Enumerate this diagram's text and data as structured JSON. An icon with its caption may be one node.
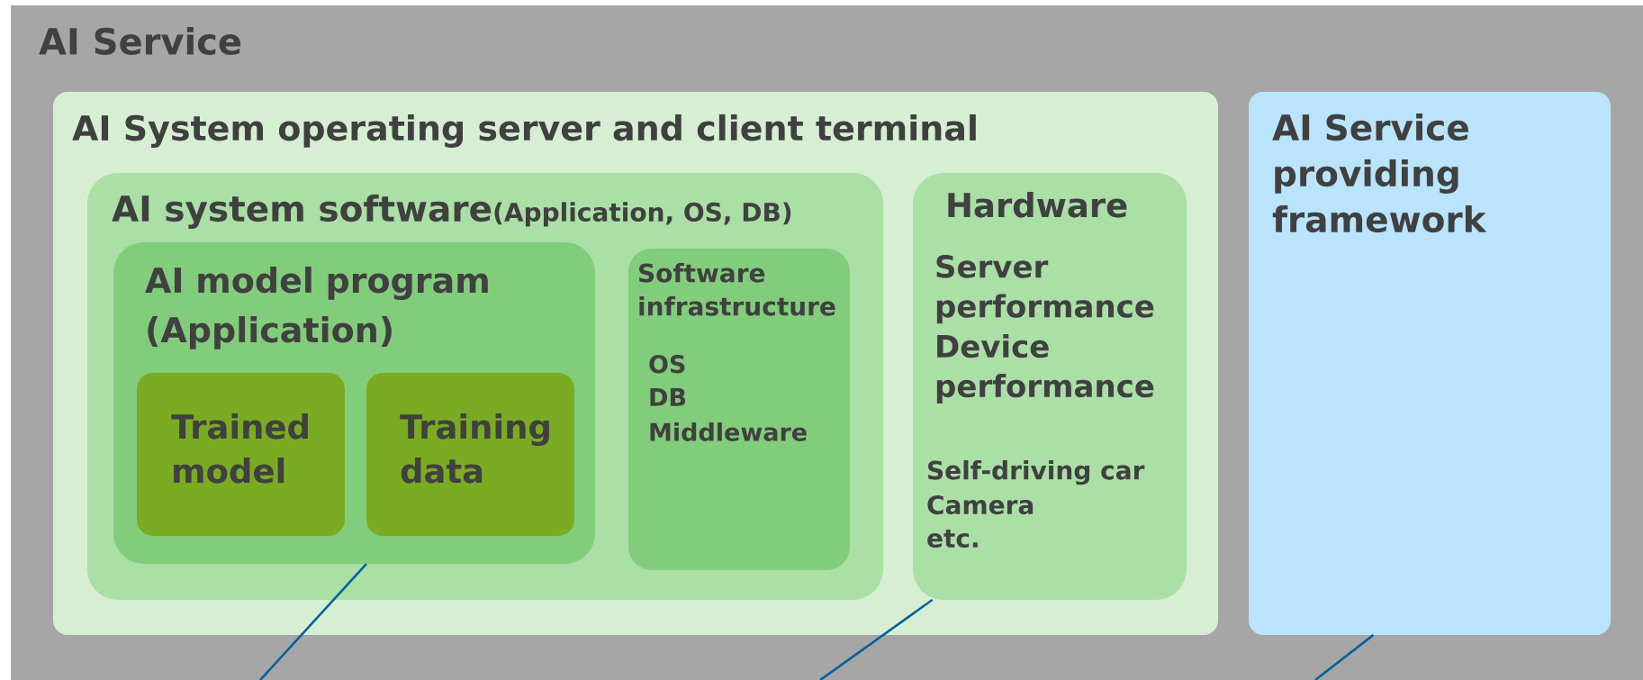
{
  "diagram": {
    "nodes": [
      {
        "text": [
          "AI Service"
        ]
      },
      {
        "text": [
          "AI System operating server and client terminal"
        ],
        "in": 0
      },
      {
        "text": [
          "AI system software",
          "(Application, OS, DB)"
        ],
        "in": 1
      },
      {
        "text": [
          "AI model program (Application)"
        ],
        "in": 2
      },
      {
        "text": [
          "Trained model"
        ],
        "in": 3
      },
      {
        "text": [
          "Training data"
        ],
        "in": 3
      },
      {
        "text": [
          "Software infrastructure",
          "OS",
          "DB",
          "Middleware"
        ],
        "in": 2
      },
      {
        "text": [
          "Hardware",
          "Server performance",
          "Device performance",
          "Self-driving car",
          "Camera",
          "etc."
        ],
        "in": 1
      },
      {
        "text": [
          "AI Service providing framework"
        ],
        "in": 0
      }
    ],
    "edges": [
      {
        "from": null,
        "to": 3,
        "arrow": "none"
      },
      {
        "from": null,
        "to": 7,
        "arrow": "none"
      },
      {
        "from": null,
        "to": 8,
        "arrow": "none"
      }
    ]
  }
}
